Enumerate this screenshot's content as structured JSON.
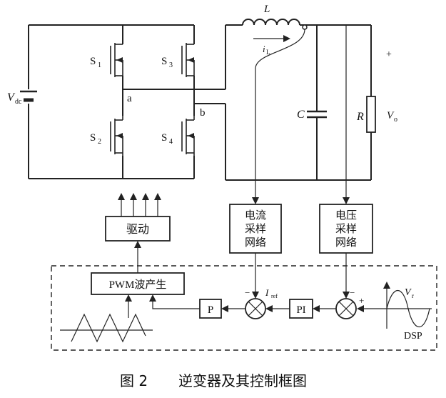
{
  "labels": {
    "vdc": "V",
    "vdc_sub": "dc",
    "L": "L",
    "iL": "i",
    "iL_sub": "L",
    "C": "C",
    "R": "R",
    "Vo": "V",
    "Vo_sub": "o",
    "plus_out": "+",
    "s1": "S",
    "s1_sub": "1",
    "s2": "S",
    "s2_sub": "2",
    "s3": "S",
    "s3_sub": "3",
    "s4": "S",
    "s4_sub": "4",
    "node_a": "a",
    "node_b": "b",
    "iref": "I",
    "iref_sub": "ref",
    "vr": "V",
    "vr_sub": "r",
    "minus1": "−",
    "minus2": "−",
    "plus2": "+",
    "dsp": "DSP"
  },
  "blocks": {
    "drive": "驱动",
    "current_sampling_line1": "电流",
    "current_sampling_line2": "采样",
    "current_sampling_line3": "网络",
    "voltage_sampling_line1": "电压",
    "voltage_sampling_line2": "采样",
    "voltage_sampling_line3": "网络",
    "pwm": "PWM波产生",
    "p": "P",
    "pi": "PI"
  },
  "caption": {
    "figure": "图 2",
    "title": "逆变器及其控制框图"
  }
}
